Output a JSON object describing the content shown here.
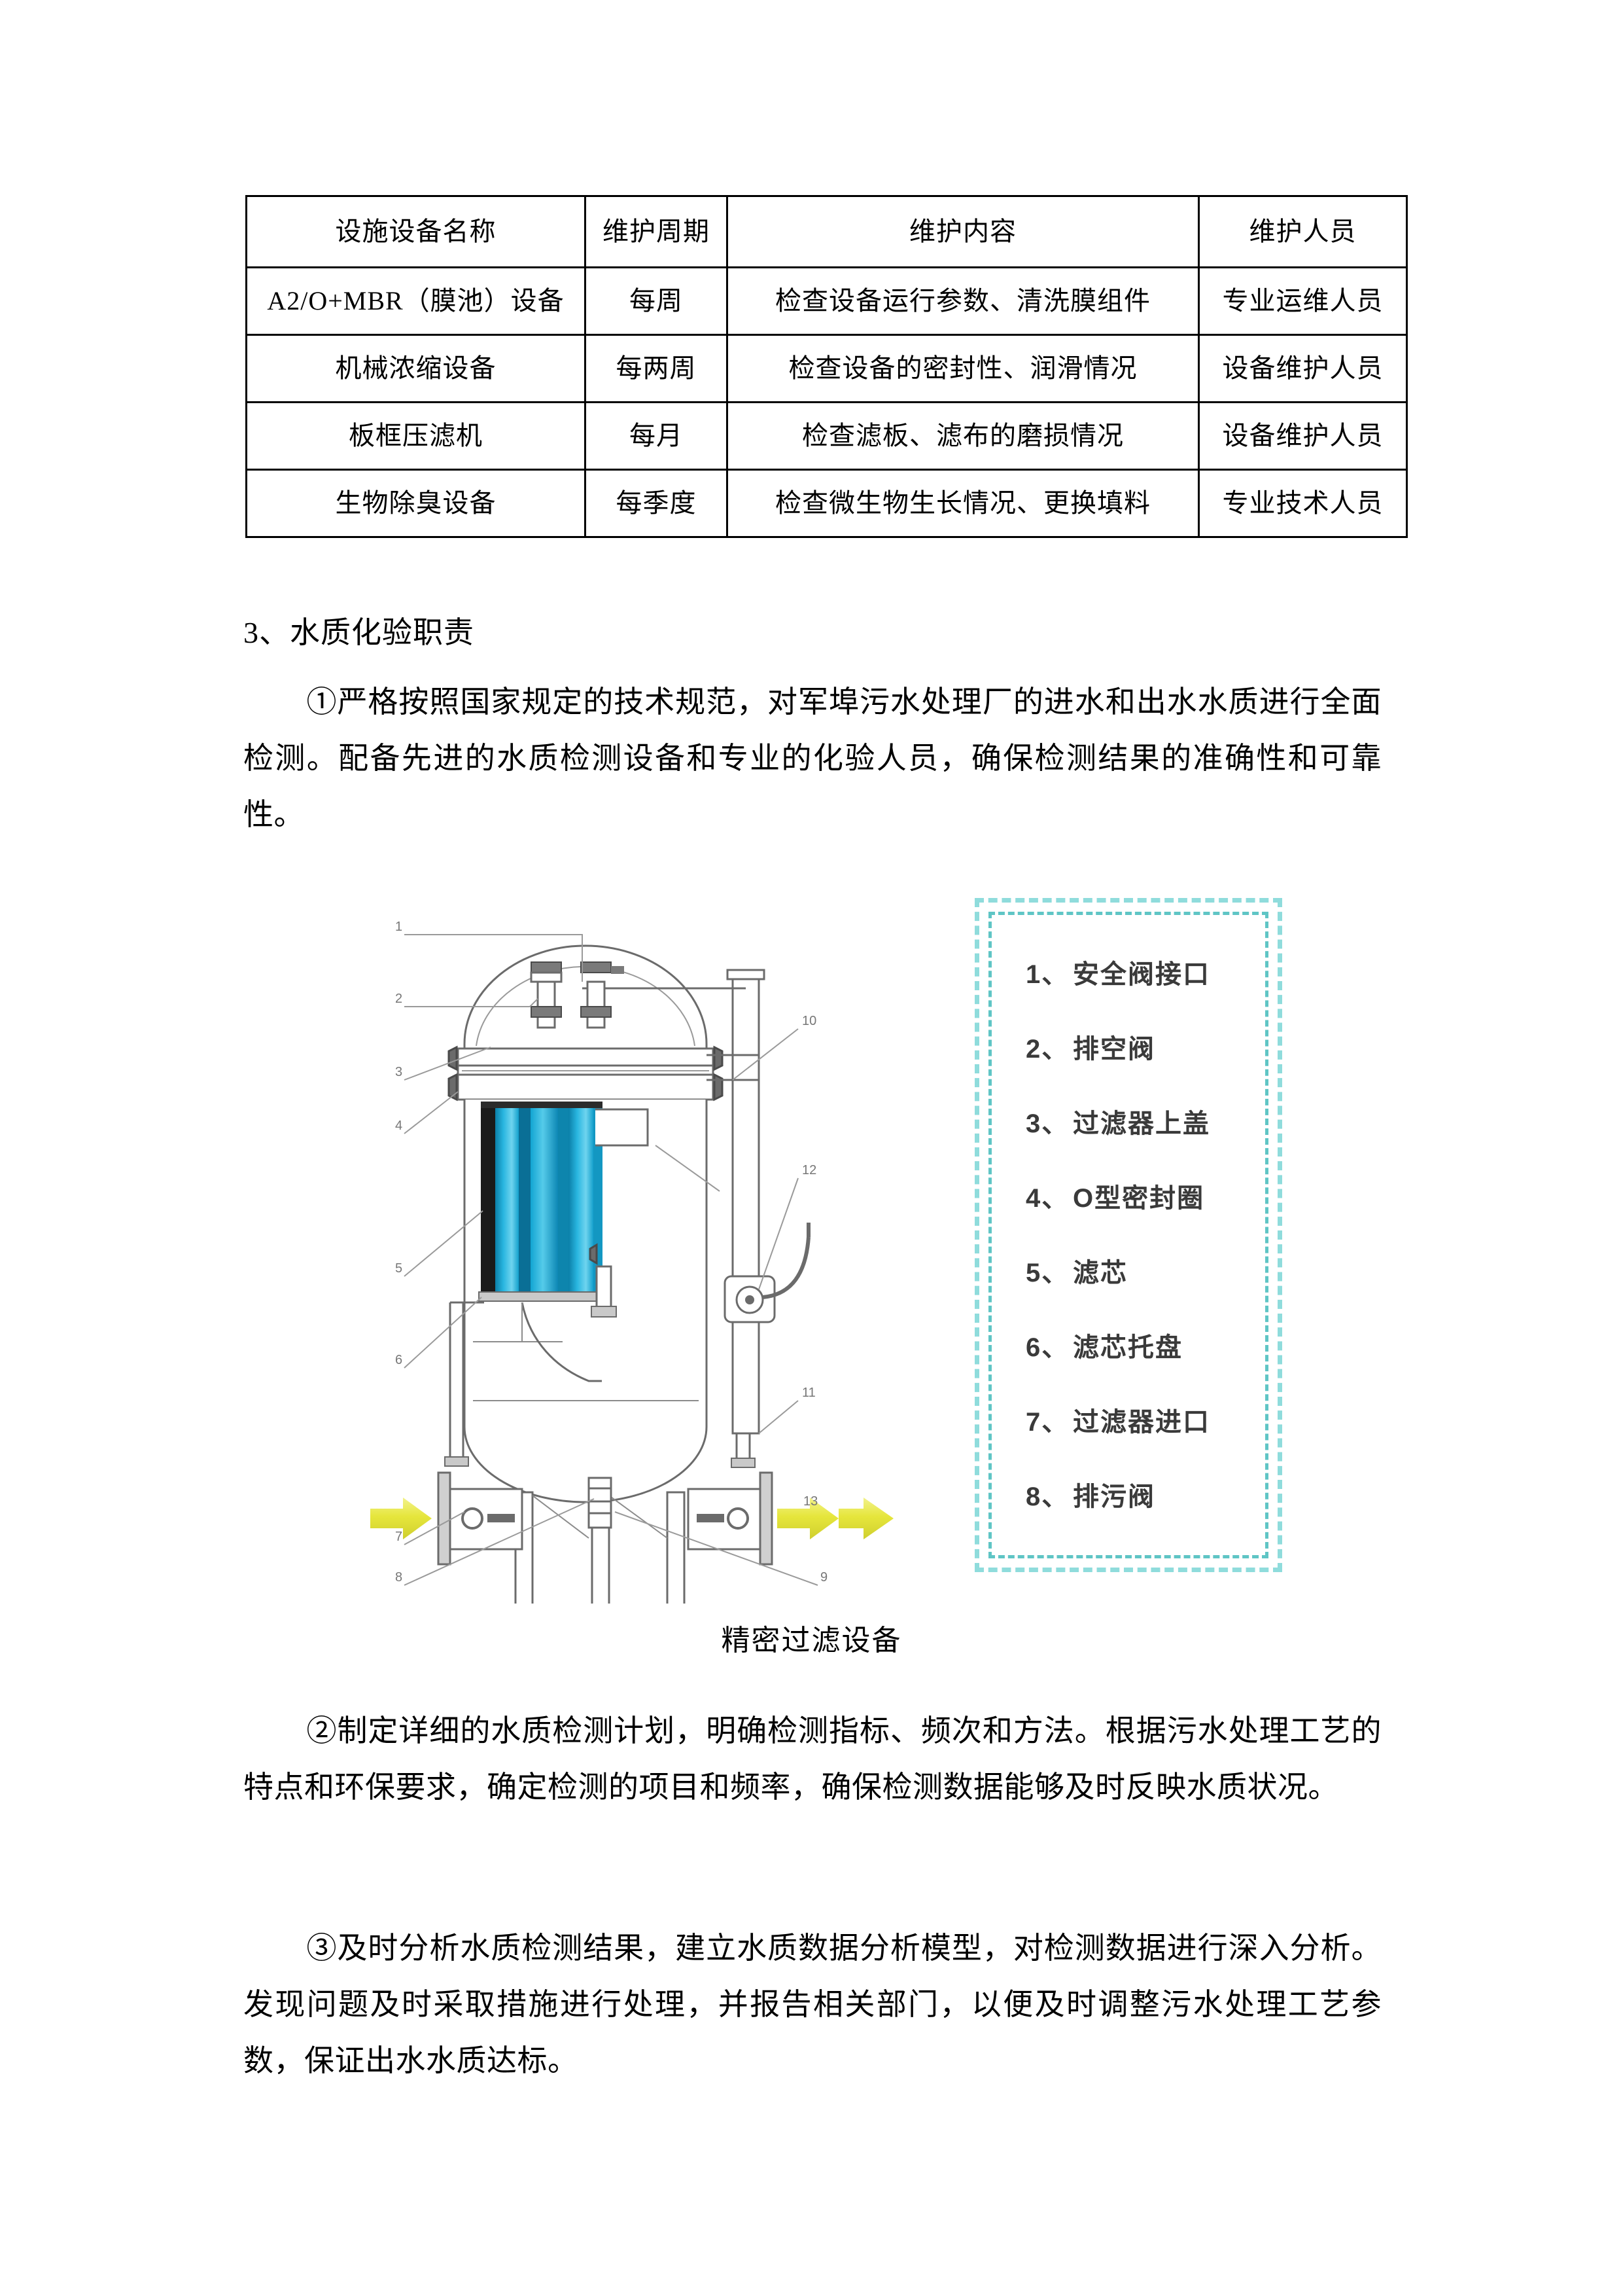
{
  "table": {
    "headers": [
      "设施设备名称",
      "维护周期",
      "维护内容",
      "维护人员"
    ],
    "rows": [
      {
        "name": "A2/O+MBR（膜池）设备",
        "cycle": "每周",
        "content": "检查设备运行参数、清洗膜组件",
        "staff": "专业运维人员"
      },
      {
        "name": "机械浓缩设备",
        "cycle": "每两周",
        "content": "检查设备的密封性、润滑情况",
        "staff": "设备维护人员"
      },
      {
        "name": "板框压滤机",
        "cycle": "每月",
        "content": "检查滤板、滤布的磨损情况",
        "staff": "设备维护人员"
      },
      {
        "name": "生物除臭设备",
        "cycle": "每季度",
        "content": "检查微生物生长情况、更换填料",
        "staff": "专业技术人员"
      }
    ]
  },
  "section": {
    "heading": "3、水质化验职责",
    "paragraph_1": "①严格按照国家规定的技术规范，对军埠污水处理厂的进水和出水水质进行全面检测。配备先进的水质检测设备和专业的化验人员，确保检测结果的准确性和可靠性。",
    "paragraph_2": "②制定详细的水质检测计划，明确检测指标、频次和方法。根据污水处理工艺的特点和环保要求，确定检测的项目和频率，确保检测数据能够及时反映水质状况。",
    "paragraph_3": "③及时分析水质检测结果，建立水质数据分析模型，对检测数据进行深入分析。发现问题及时采取措施进行处理，并报告相关部门，以便及时调整污水处理工艺参数，保证出水水质达标。"
  },
  "figure": {
    "caption": "精密过滤设备",
    "legend": [
      {
        "num": "1、",
        "label": "安全阀接口"
      },
      {
        "num": "2、",
        "label": "排空阀"
      },
      {
        "num": "3、",
        "label": "过滤器上盖"
      },
      {
        "num": "4、",
        "label": "O型密封圈"
      },
      {
        "num": "5、",
        "label": "滤芯"
      },
      {
        "num": "6、",
        "label": "滤芯托盘"
      },
      {
        "num": "7、",
        "label": "过滤器进口"
      },
      {
        "num": "8、",
        "label": "排污阀"
      }
    ],
    "callouts": [
      "1",
      "2",
      "3",
      "4",
      "5",
      "6",
      "7",
      "8",
      "9",
      "10",
      "11",
      "12",
      "13"
    ],
    "colors": {
      "legend_border": "#5fc5c5",
      "flow_arrow": "#e6e63c",
      "cartridge": "#29b6e0",
      "outline": "#5a5a5a"
    }
  }
}
